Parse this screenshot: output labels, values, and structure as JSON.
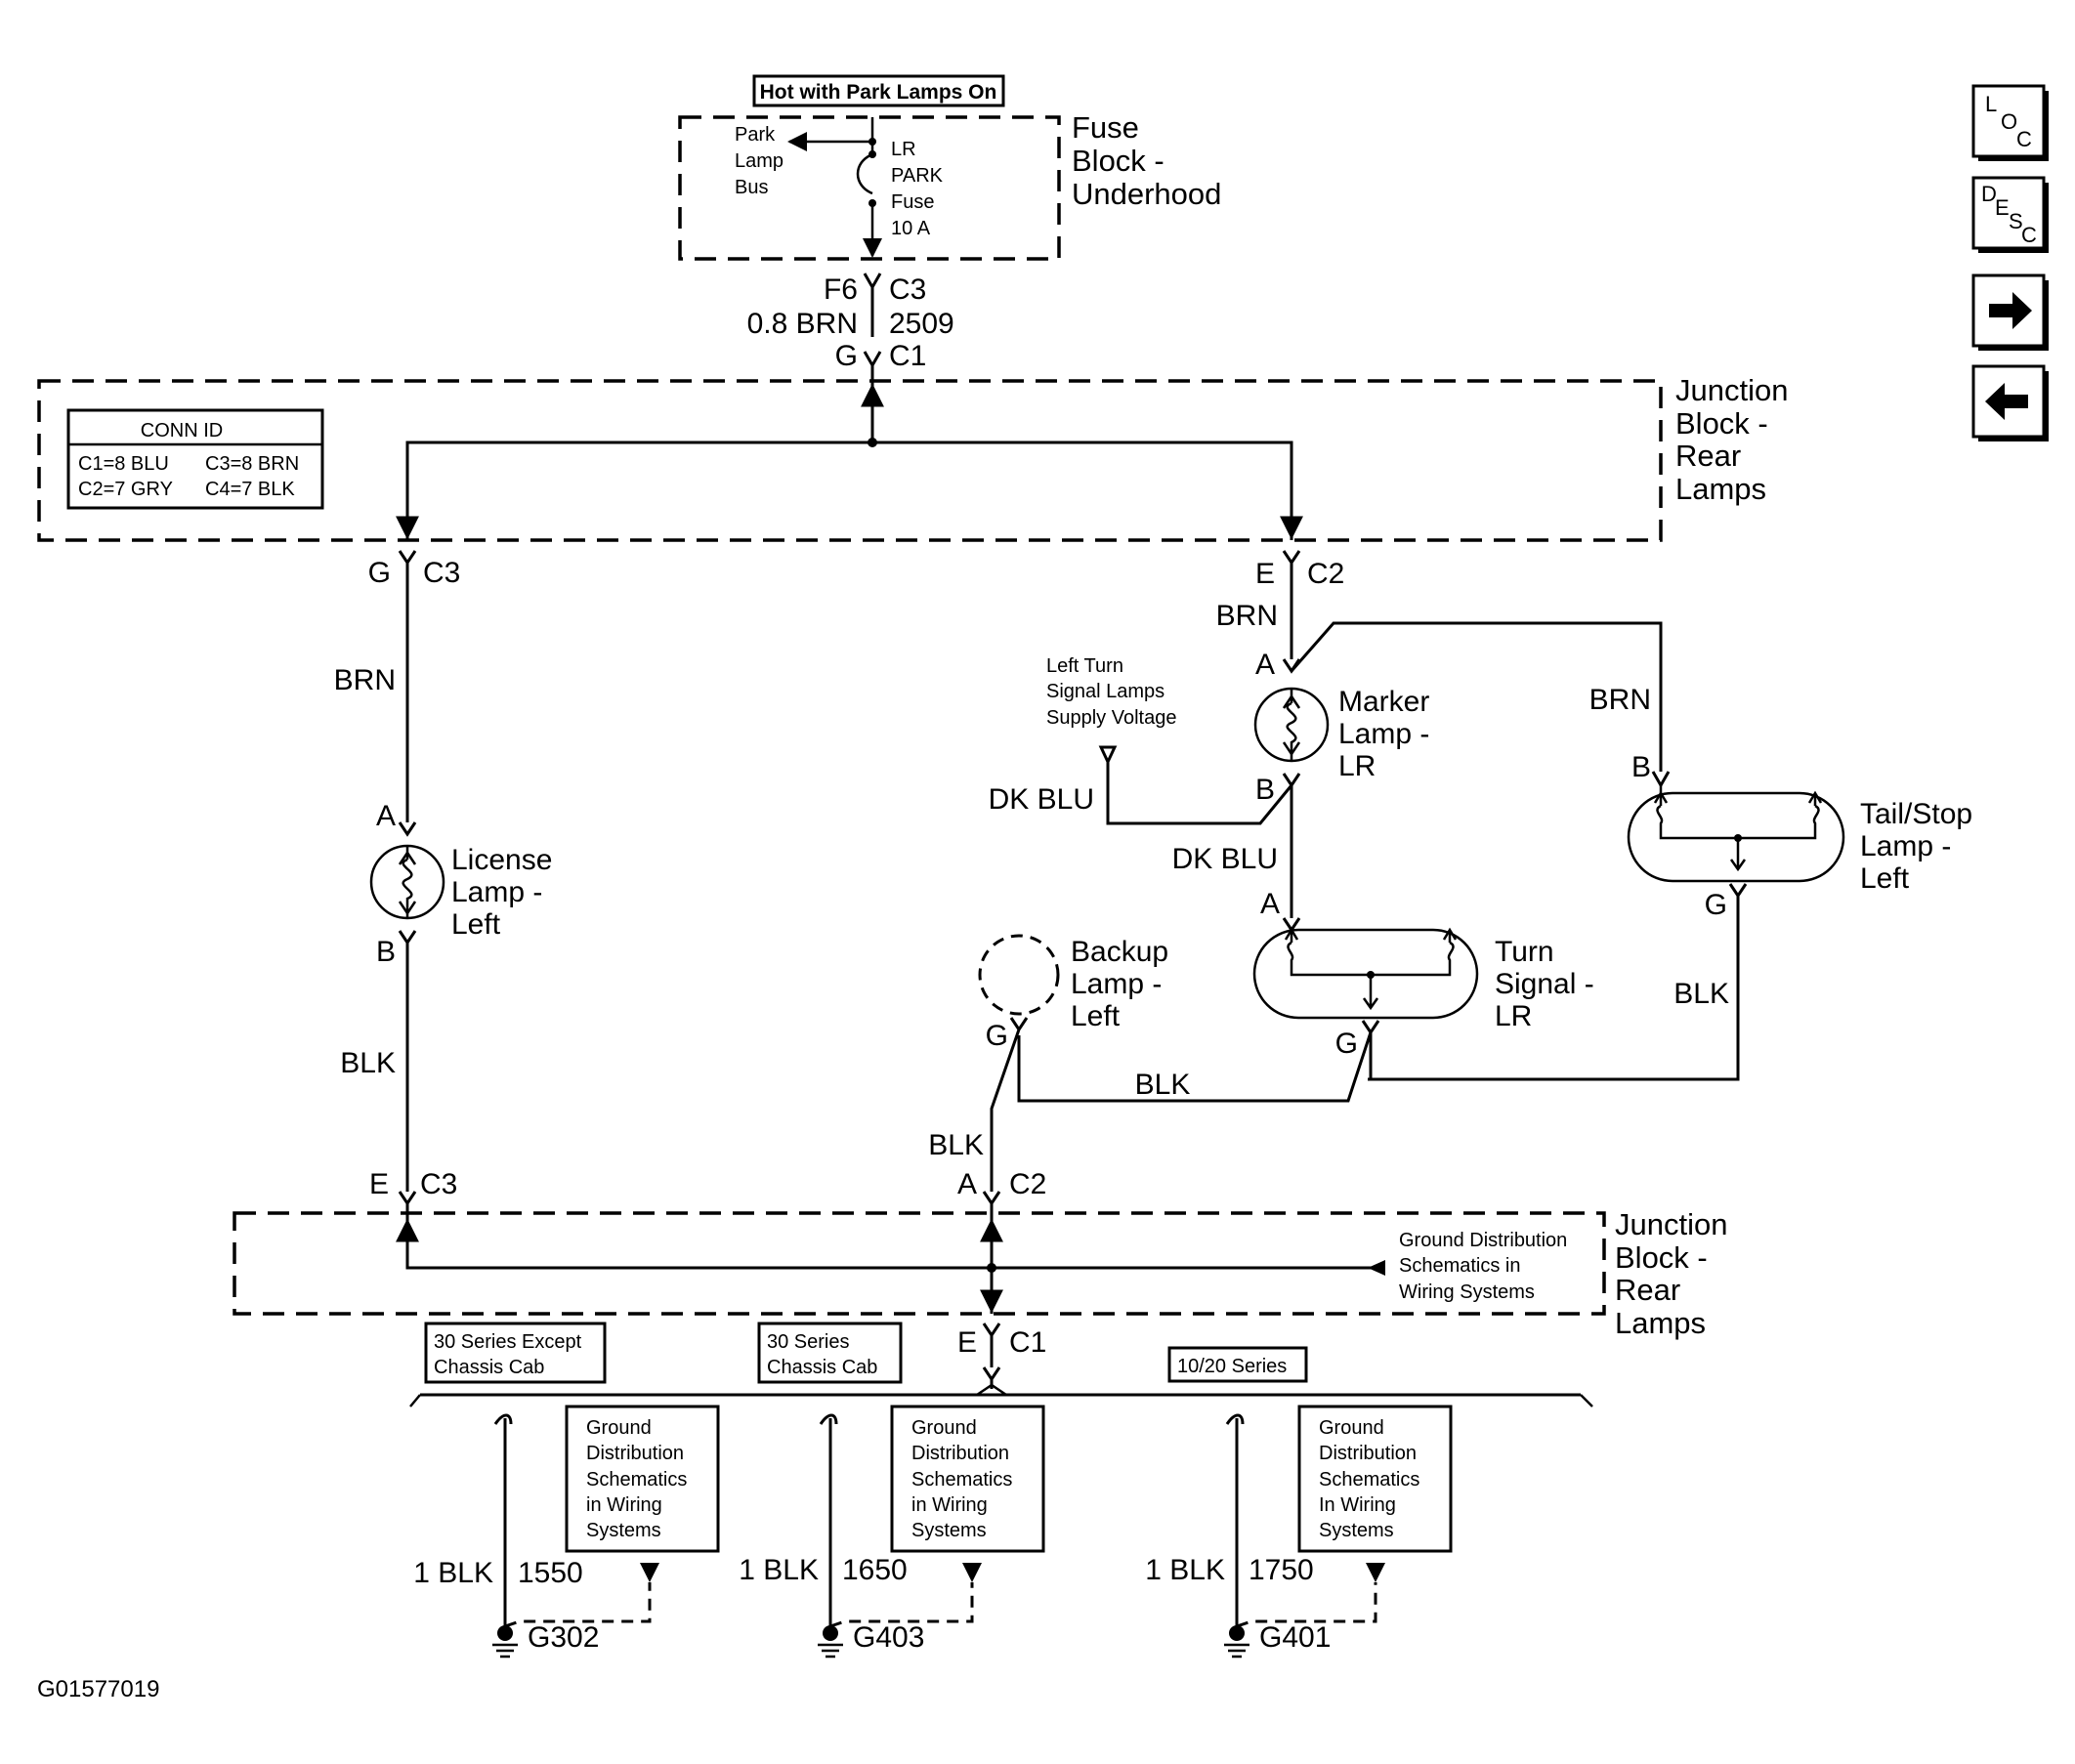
{
  "fuse_block": {
    "hot_label": "Hot with Park Lamps On",
    "name": [
      "Fuse",
      "Block -",
      "Underhood"
    ],
    "bus": [
      "Park",
      "Lamp",
      "Bus"
    ],
    "fuse": [
      "LR",
      "PARK",
      "Fuse",
      "10 A"
    ]
  },
  "feed_circuit": {
    "pin_top_left": "F6",
    "conn_top": "C3",
    "wire": "0.8 BRN",
    "circuit": "2509",
    "pin_bottom_left": "G",
    "conn_bottom": "C1"
  },
  "junction_block_top": {
    "name": [
      "Junction",
      "Block -",
      "Rear",
      "Lamps"
    ],
    "conn_id": {
      "title": "CONN ID",
      "rows": [
        "C1=8 BLU",
        "C3=8 BRN",
        "C2=7 GRY",
        "C4=7 BLK"
      ]
    }
  },
  "license_lamp": {
    "pin_g": "G",
    "conn_c3": "C3",
    "wire_in": "BRN",
    "pin_a": "A",
    "pin_b": "B",
    "name": [
      "License",
      "Lamp -",
      "Left"
    ],
    "wire_out": "BLK",
    "pin_e": "E",
    "conn_e": "C3"
  },
  "marker_lamp": {
    "pin_e": "E",
    "conn_c2": "C2",
    "wire_in": "BRN",
    "pin_a": "A",
    "pin_b": "B",
    "name": [
      "Marker",
      "Lamp -",
      "LR"
    ],
    "supply_label": [
      "Left Turn",
      "Signal Lamps",
      "Supply Voltage"
    ],
    "supply_wire": "DK BLU",
    "wire_out": "DK BLU"
  },
  "tail_stop_lamp": {
    "wire_in": "BRN",
    "pin_b": "B",
    "pin_g": "G",
    "name": [
      "Tail/Stop",
      "Lamp -",
      "Left"
    ],
    "wire_out": "BLK"
  },
  "turn_signal_lamp": {
    "pin_a": "A",
    "pin_g": "G",
    "name": [
      "Turn",
      "Signal -",
      "LR"
    ],
    "wire_out": "BLK"
  },
  "backup_lamp": {
    "pin_g": "G",
    "name": [
      "Backup",
      "Lamp -",
      "Left"
    ],
    "wire_out": "BLK",
    "pin_a": "A",
    "conn_c2": "C2"
  },
  "junction_block_bottom": {
    "name": [
      "Junction",
      "Block -",
      "Rear",
      "Lamps"
    ],
    "ground_ref": [
      "Ground Distribution",
      "Schematics in",
      "Wiring Systems"
    ],
    "pin_e": "E",
    "conn_c1": "C1"
  },
  "grounds": [
    {
      "series": [
        "30 Series Except",
        "Chassis Cab"
      ],
      "wire": "1 BLK",
      "circuit": "1550",
      "ground": "G302",
      "ref": [
        "Ground",
        "Distribution",
        "Schematics",
        "in Wiring",
        "Systems"
      ]
    },
    {
      "series": [
        "30 Series",
        "Chassis Cab"
      ],
      "wire": "1 BLK",
      "circuit": "1650",
      "ground": "G403",
      "ref": [
        "Ground",
        "Distribution",
        "Schematics",
        "in Wiring",
        "Systems"
      ]
    },
    {
      "series": [
        "10/20 Series"
      ],
      "wire": "1 BLK",
      "circuit": "1750",
      "ground": "G401",
      "ref": [
        "Ground",
        "Distribution",
        "Schematics",
        "In Wiring",
        "Systems"
      ]
    }
  ],
  "figure_id": "G01577019",
  "nav": {
    "loc": [
      "L",
      "O",
      "C"
    ],
    "desc": [
      "D",
      "E",
      "S",
      "C"
    ],
    "next_icon": "right-arrow-icon",
    "prev_icon": "left-arrow-icon"
  }
}
